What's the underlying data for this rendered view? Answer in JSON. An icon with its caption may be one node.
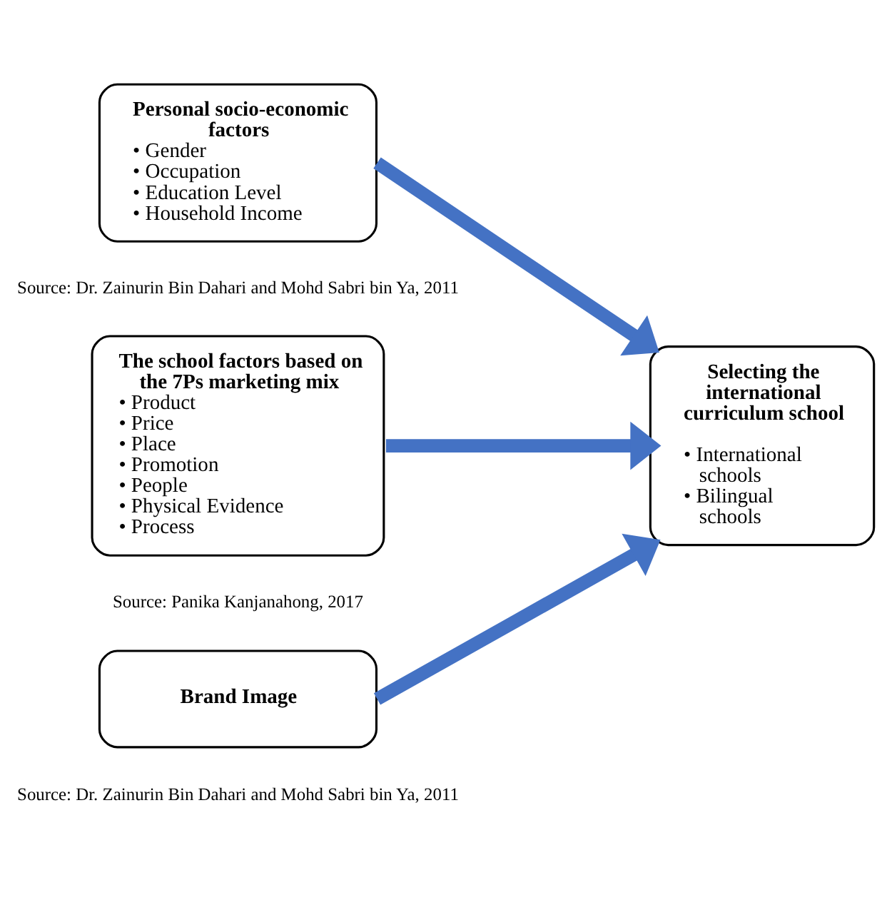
{
  "diagram": {
    "nodes": [
      {
        "text": [
          "Personal socio-economic factors",
          "• Gender",
          "• Occupation",
          "• Education Level",
          "• Household Income"
        ],
        "beside": [
          "Source: Dr. Zainurin Bin Dahari and Mohd Sabri bin Ya, 2011"
        ]
      },
      {
        "text": [
          "The school factors based on the 7Ps marketing mix",
          "• Product",
          "• Price",
          "• Place",
          "• Promotion",
          "• People",
          "• Physical Evidence",
          "• Process"
        ],
        "beside": [
          "Source: Panika Kanjanahong, 2017"
        ]
      },
      {
        "text": [
          "Brand Image"
        ],
        "beside": [
          "Source: Dr. Zainurin Bin Dahari and Mohd Sabri bin Ya, 2011"
        ]
      },
      {
        "text": [
          "Selecting the international curriculum school",
          "• International schools",
          "• Bilingual schools"
        ]
      }
    ],
    "edges": [
      {
        "from": 0,
        "to": 3,
        "arrow": "to"
      },
      {
        "from": 1,
        "to": 3,
        "arrow": "to"
      },
      {
        "from": 2,
        "to": 3,
        "arrow": "to"
      }
    ]
  }
}
